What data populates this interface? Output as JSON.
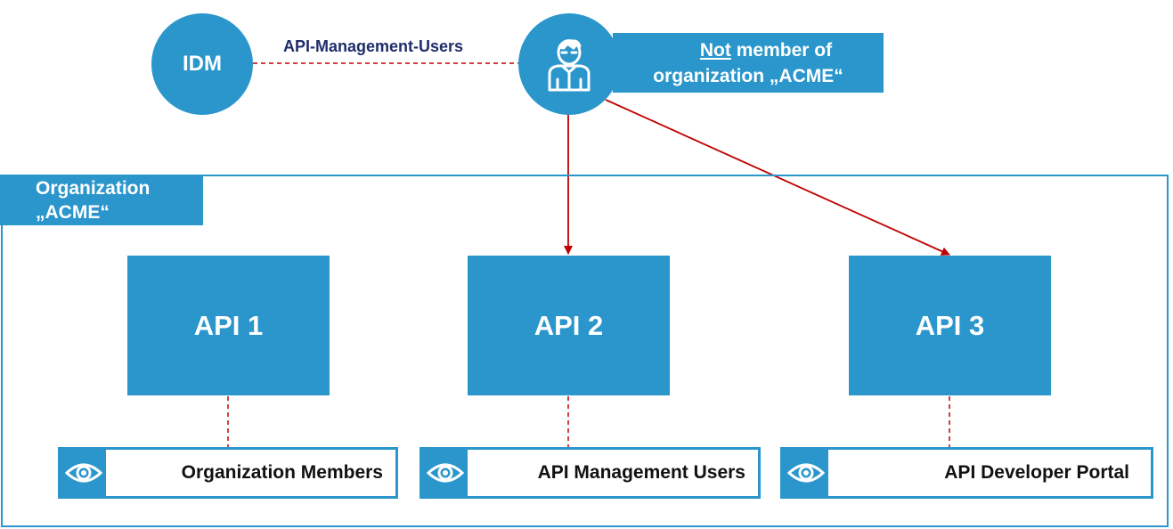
{
  "colors": {
    "blue": "#2a96cc",
    "arrow_red": "#c00000",
    "label_navy": "#1f2d6b"
  },
  "idm": {
    "label": "IDM"
  },
  "user": {
    "icon": "user-icon"
  },
  "edge_label": "API-Management-Users",
  "not_member": {
    "word": "Not",
    "line1_rest": " member of",
    "line2": "organization „ACME“"
  },
  "organization": {
    "line1": "Organization",
    "line2": "„ACME“"
  },
  "apis": [
    {
      "label": "API 1",
      "role": "Organization Members"
    },
    {
      "label": "API 2",
      "role": "API Management Users"
    },
    {
      "label": "API 3",
      "role": "API Developer Portal"
    }
  ],
  "role_icon": "eye-icon"
}
